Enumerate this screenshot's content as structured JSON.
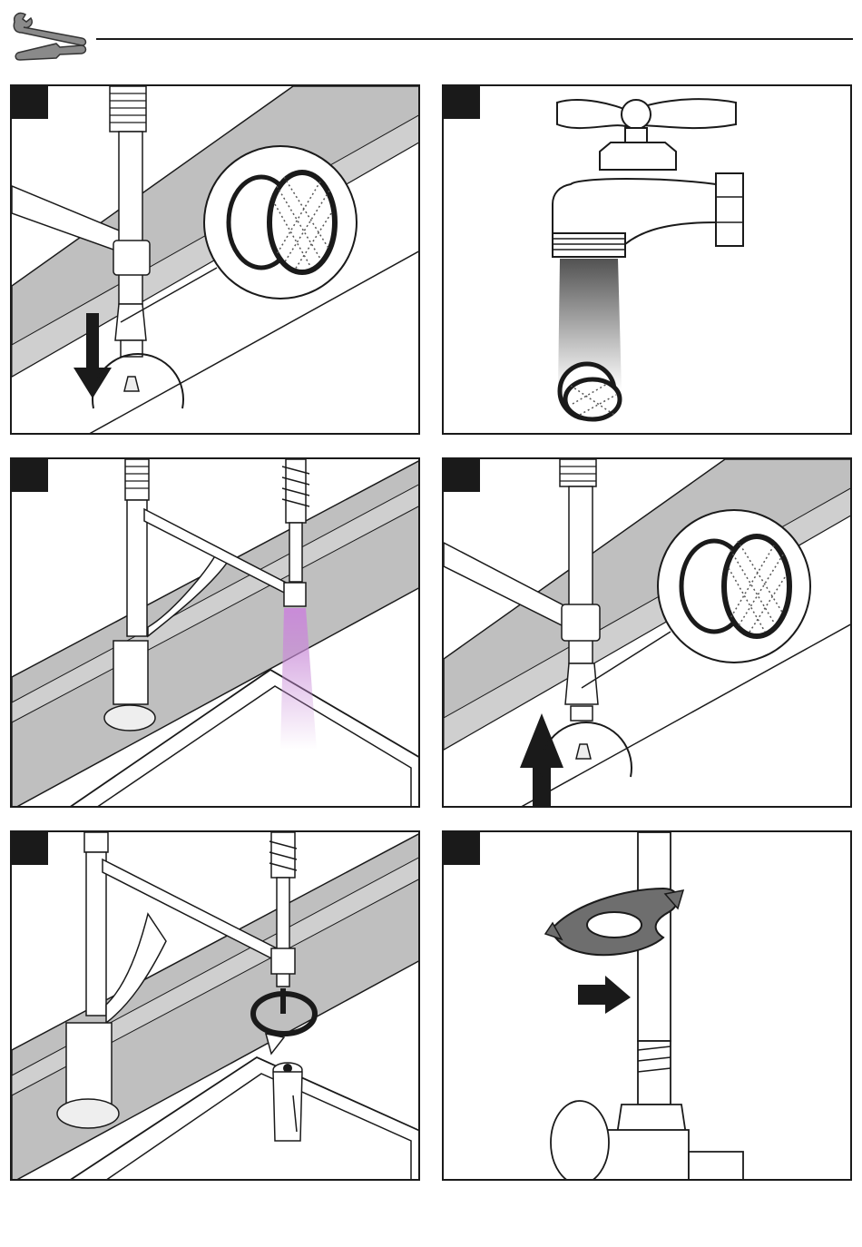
{
  "header": {
    "icon": "wrench-screwdriver-icon",
    "section_title": ""
  },
  "steps": [
    {
      "badge": "",
      "scene": "remove-hose-filter",
      "icons": [
        "arrow-down-icon",
        "filter-screen-icon",
        "magnifier-callout-icon"
      ]
    },
    {
      "badge": "",
      "scene": "rinse-filter-under-tap",
      "icons": [
        "tap-icon",
        "water-stream-icon",
        "filter-screen-icon"
      ]
    },
    {
      "badge": "",
      "scene": "flush-hose",
      "icons": [
        "faucet-icon",
        "water-flow-icon"
      ],
      "colors": {
        "flow": "#c98bd8"
      }
    },
    {
      "badge": "",
      "scene": "reinsert-filter",
      "icons": [
        "arrow-up-icon",
        "filter-screen-icon",
        "magnifier-callout-icon"
      ]
    },
    {
      "badge": "",
      "scene": "reattach-spray-head",
      "icons": [
        "rotate-arrow-icon",
        "spray-head-icon"
      ]
    },
    {
      "badge": "",
      "scene": "tighten-with-special-key",
      "icons": [
        "special-key-icon",
        "arrow-right-icon",
        "angle-valve-icon"
      ]
    }
  ],
  "colors": {
    "line": "#1a1a1a",
    "counter": "#bfbfbf",
    "badge": "#1a1a1a",
    "flow_accent": "#c98bd8"
  }
}
